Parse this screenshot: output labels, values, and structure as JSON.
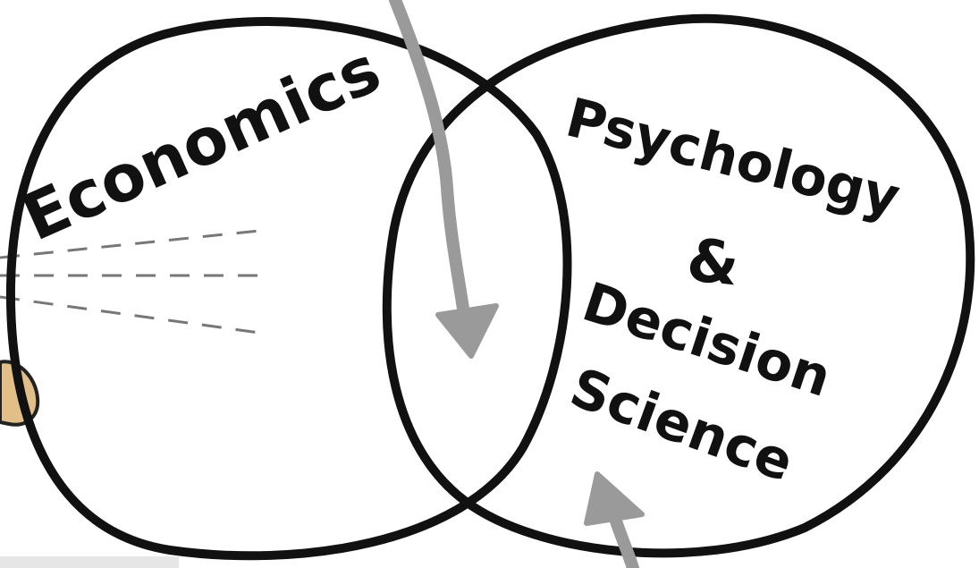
{
  "diagram": {
    "type": "venn",
    "circles": [
      {
        "label_line1": "Economics"
      },
      {
        "label_line1": "Psychology",
        "label_line2": "&",
        "label_line3": "Decision",
        "label_line4": "Science"
      }
    ],
    "arrows": [
      {
        "role": "pointer-from-top-into-overlap",
        "color": "#9a9a9a"
      },
      {
        "role": "pointer-from-bottom-into-right-circle",
        "color": "#9a9a9a"
      }
    ],
    "stroke_color": "#111111",
    "background": "#ffffff"
  }
}
